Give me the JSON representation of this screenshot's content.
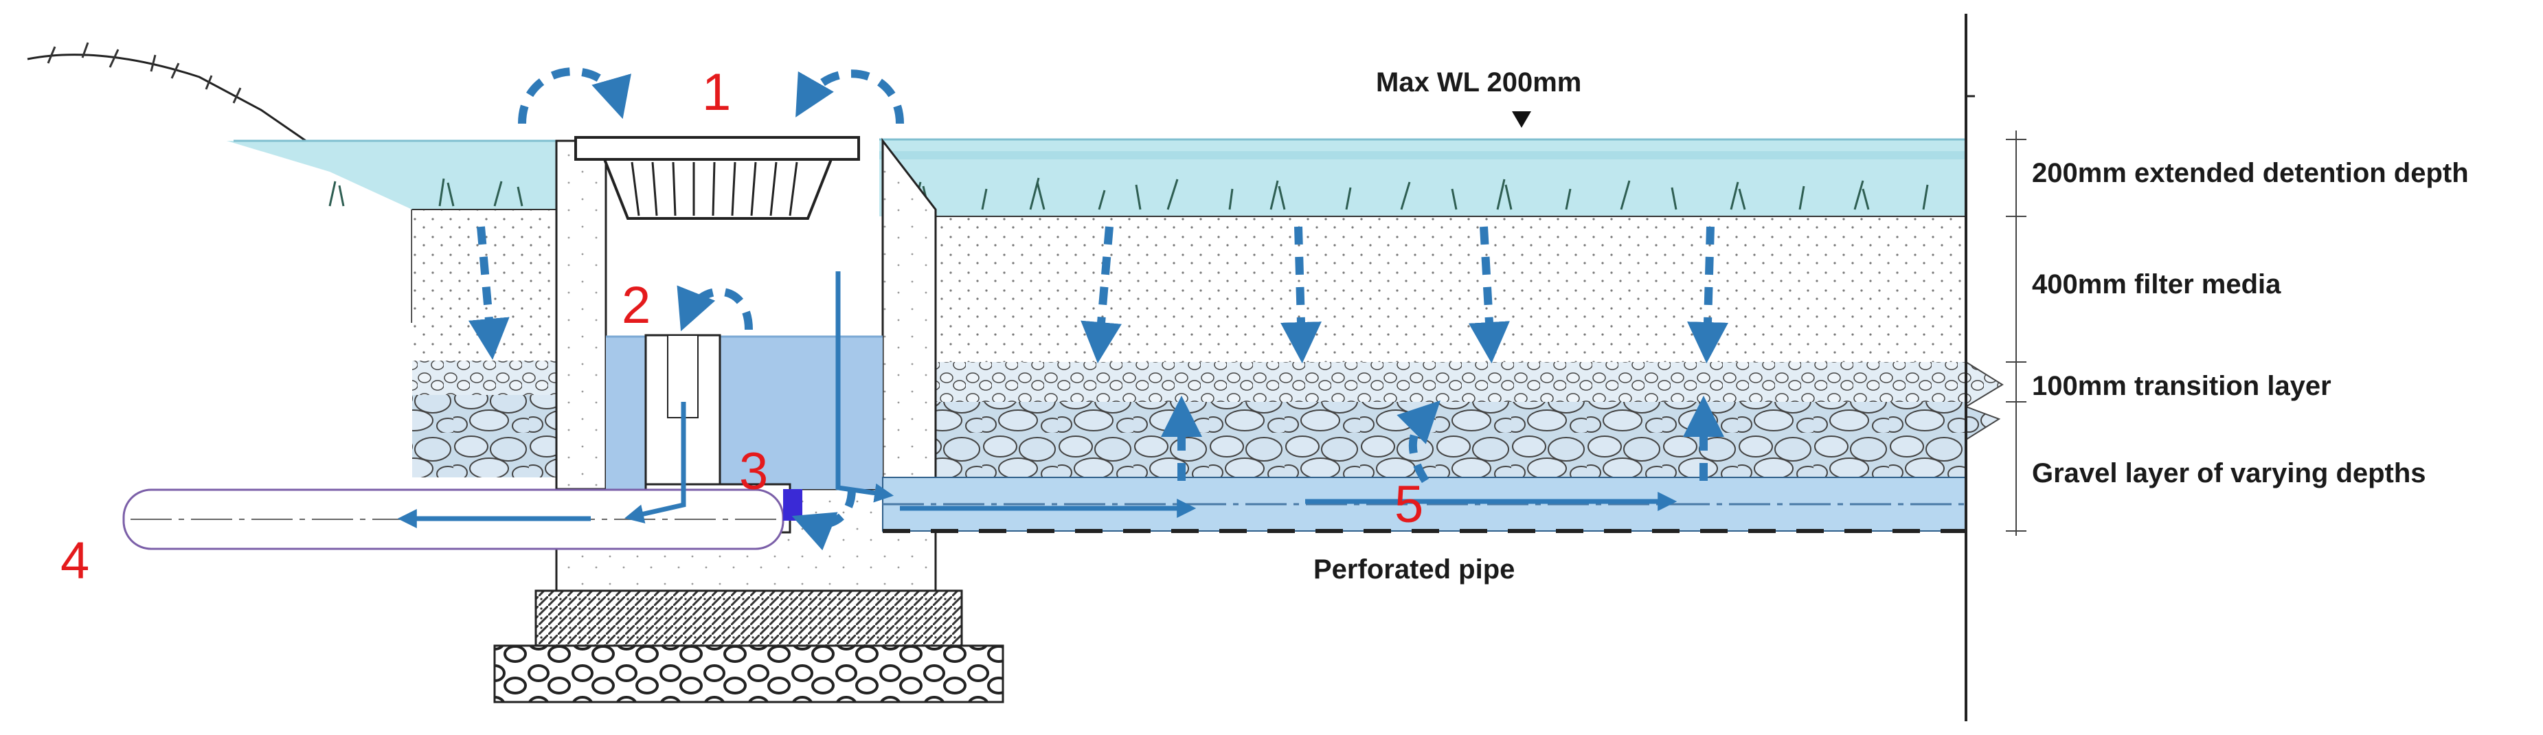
{
  "diagram": {
    "annotations": {
      "max_wl": "Max WL 200mm",
      "perforated_pipe": "Perforated pipe"
    },
    "layers": [
      {
        "key": "detention",
        "label": "200mm extended detention depth"
      },
      {
        "key": "filter",
        "label": "400mm filter media"
      },
      {
        "key": "transition",
        "label": "100mm transition layer"
      },
      {
        "key": "gravel",
        "label": "Gravel layer of varying depths"
      }
    ],
    "markers": [
      "1",
      "2",
      "3",
      "4",
      "5"
    ],
    "colors": {
      "ponding_water": "#bfe7ee",
      "pit_water": "#a6c8ea",
      "pipe_fill": "#b7d7f0",
      "flow_arrow": "#2f7ab8",
      "marker_text": "#e41a1c",
      "gravel_fill": "#c9dcea",
      "plug": "#3a2ad6"
    }
  }
}
